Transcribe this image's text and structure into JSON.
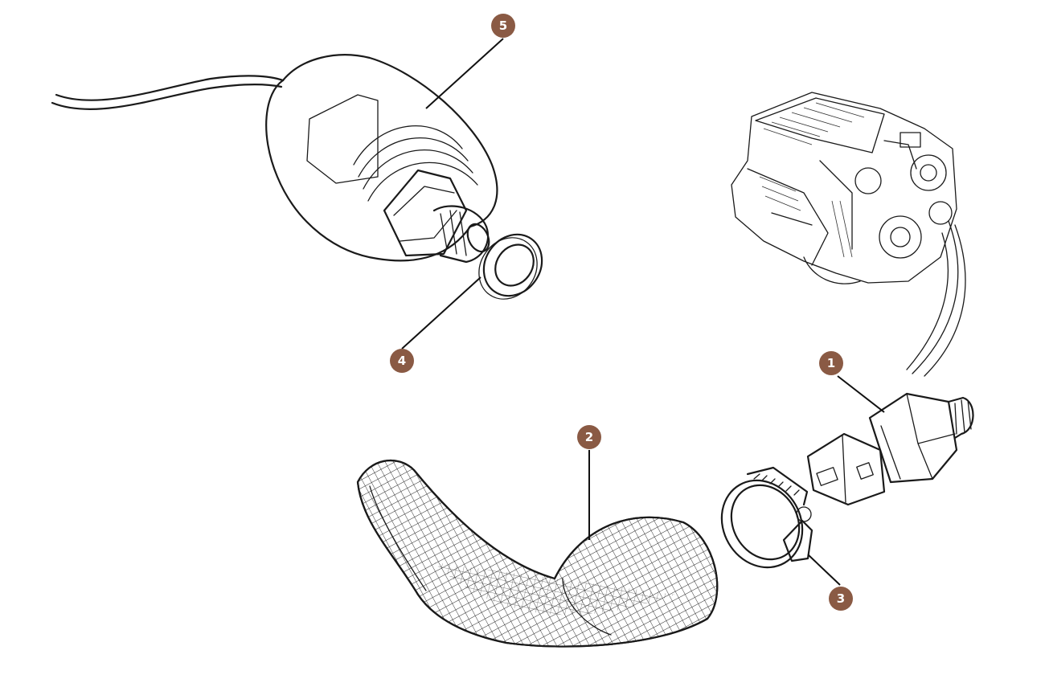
{
  "diagram": {
    "colors": {
      "badge": "#8a5a44",
      "badge_text": "#ffffff",
      "line": "#1a1a1a"
    },
    "callouts": [
      {
        "number": "1",
        "part": "sensor"
      },
      {
        "number": "2",
        "part": "hose"
      },
      {
        "number": "3",
        "part": "hose-clip"
      },
      {
        "number": "4",
        "part": "sealing-washer"
      },
      {
        "number": "5",
        "part": "pressure-switch"
      }
    ]
  }
}
